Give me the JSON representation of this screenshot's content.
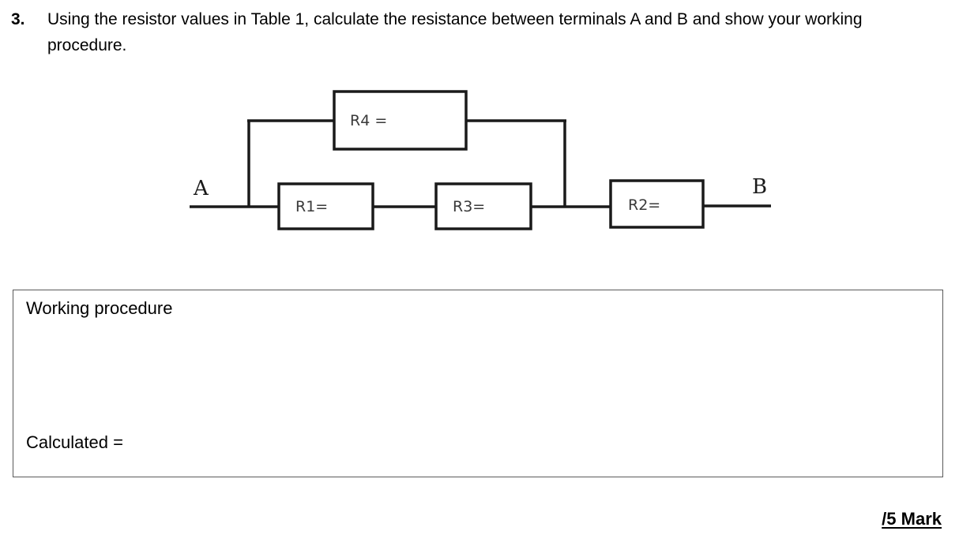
{
  "question": {
    "number": "3.",
    "text": "Using the resistor values in Table 1, calculate the resistance between terminals A and B and show your working procedure."
  },
  "circuit": {
    "title": "resistor-network-a-to-b",
    "terminals": {
      "left": "A",
      "right": "B"
    },
    "resistors": [
      {
        "id": "R4",
        "label": "R4 =",
        "position": "top-parallel-branch"
      },
      {
        "id": "R1",
        "label": "R1=",
        "position": "bottom-branch-left"
      },
      {
        "id": "R3",
        "label": "R3=",
        "position": "bottom-branch-right"
      },
      {
        "id": "R2",
        "label": "R2=",
        "position": "series-right"
      }
    ],
    "topology": "R4 in parallel with (R1 + R3), that combination in series with R2, measured between terminals A and B",
    "line_color": "#1a1a1a"
  },
  "answer_box": {
    "heading": "Working procedure",
    "calculated_label": "Calculated ="
  },
  "marks": {
    "value": "/5 Mark"
  }
}
